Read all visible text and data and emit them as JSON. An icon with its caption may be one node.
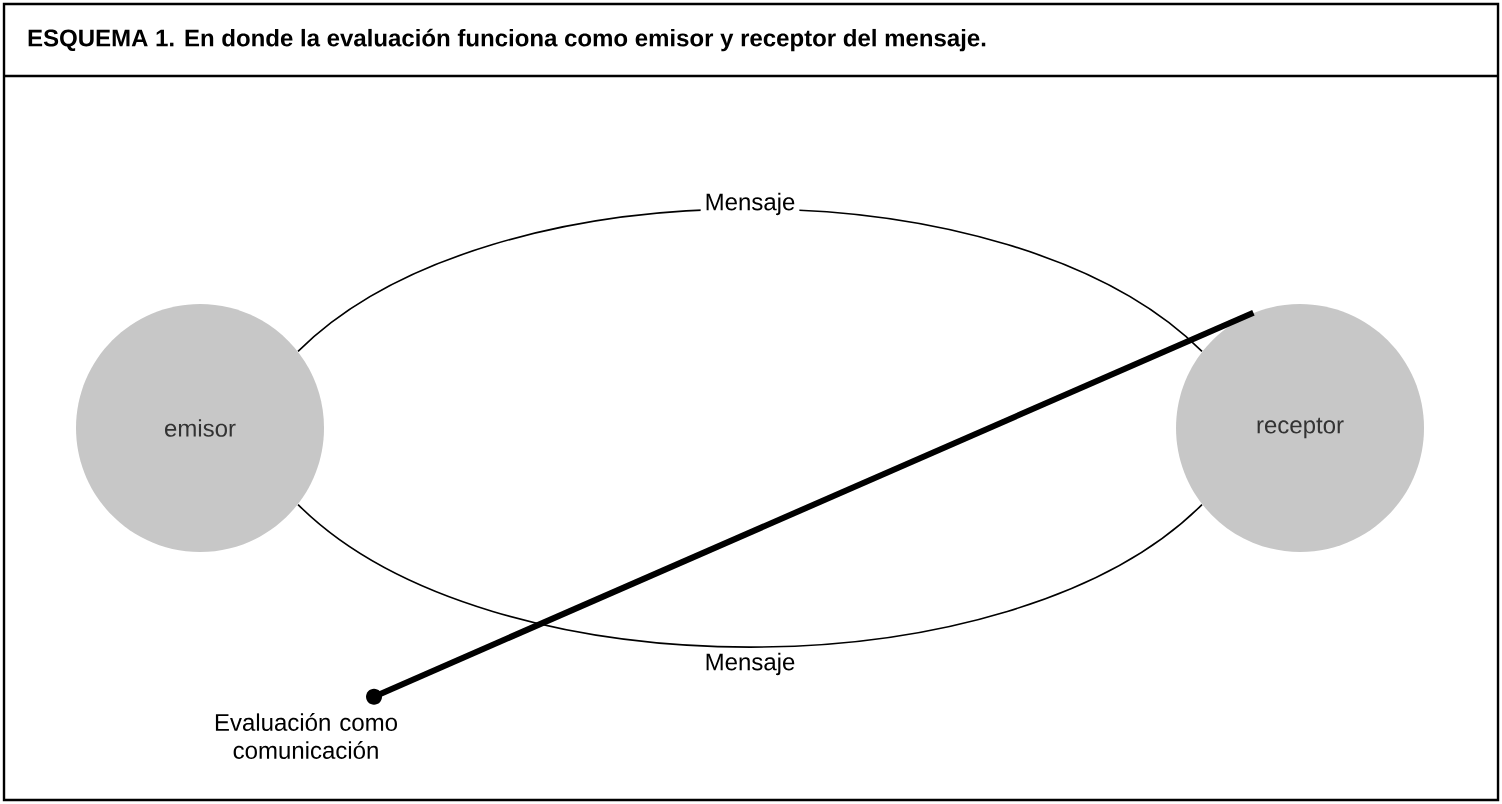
{
  "diagram": {
    "title": "ESQUEMA 1. En donde la evaluación funciona como emisor y receptor del mensaje.",
    "nodes": [
      {
        "text": [
          "emisor"
        ]
      },
      {
        "text": [
          "receptor"
        ]
      },
      {
        "text": [
          "Evaluación como comunicación"
        ]
      }
    ],
    "edges": [
      {
        "from": 0,
        "to": 1,
        "arrow": "none",
        "label": "Mensaje"
      },
      {
        "from": 0,
        "to": 1,
        "arrow": "none",
        "label": "Mensaje"
      },
      {
        "from": 2,
        "to": 1,
        "arrow": "other",
        "style": "thick"
      }
    ]
  }
}
